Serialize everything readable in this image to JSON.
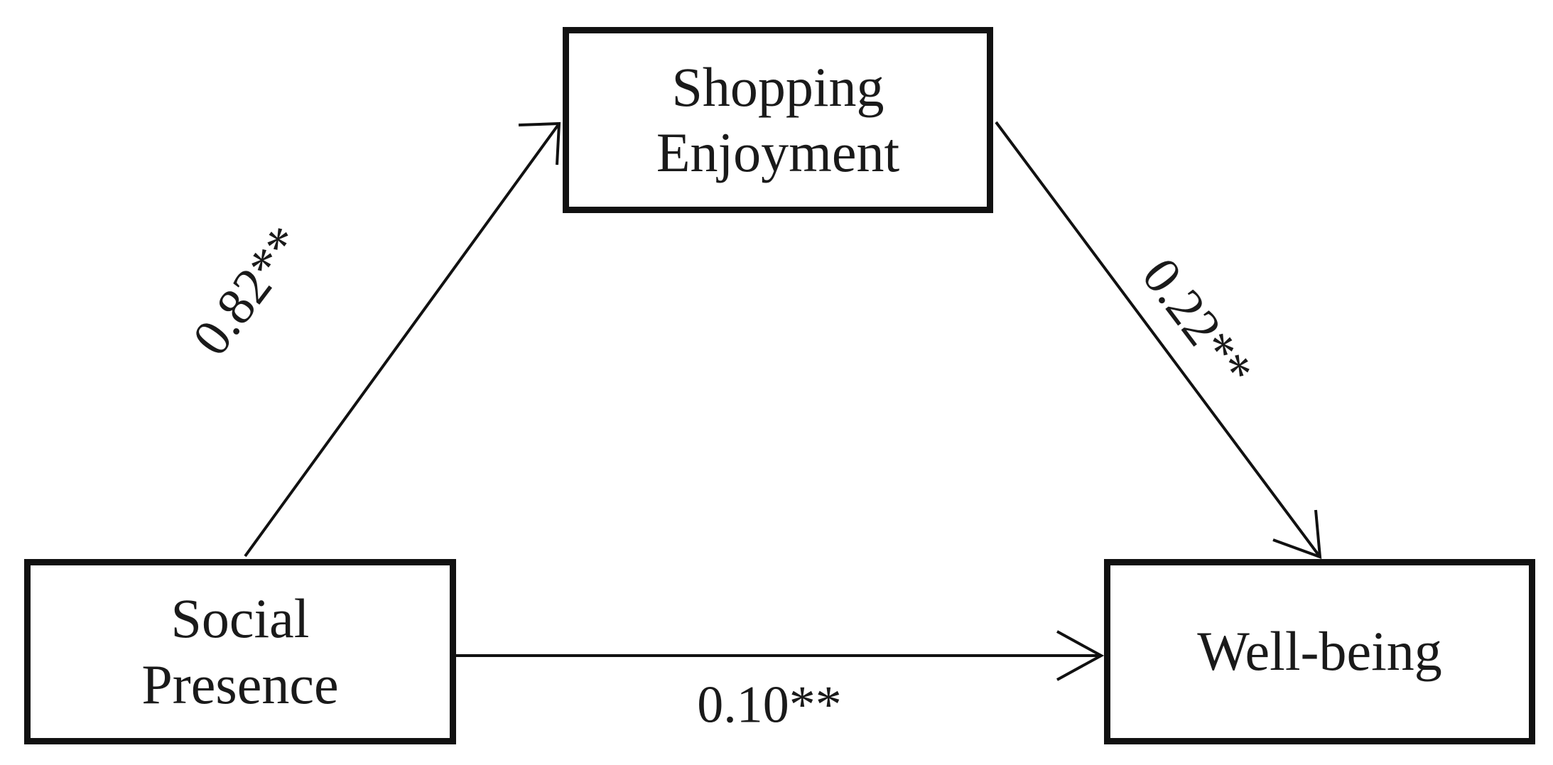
{
  "nodes": {
    "mediator": {
      "line1": "Shopping",
      "line2": "Enjoyment"
    },
    "predictor": {
      "line1": "Social",
      "line2": "Presence"
    },
    "outcome": {
      "line1": "Well-being"
    }
  },
  "edges": {
    "predictor_to_mediator": "0.82**",
    "mediator_to_outcome": "0.22**",
    "predictor_to_outcome": "0.10**"
  },
  "colors": {
    "stroke": "#111111",
    "background": "#ffffff",
    "text": "#1a1a1a"
  }
}
